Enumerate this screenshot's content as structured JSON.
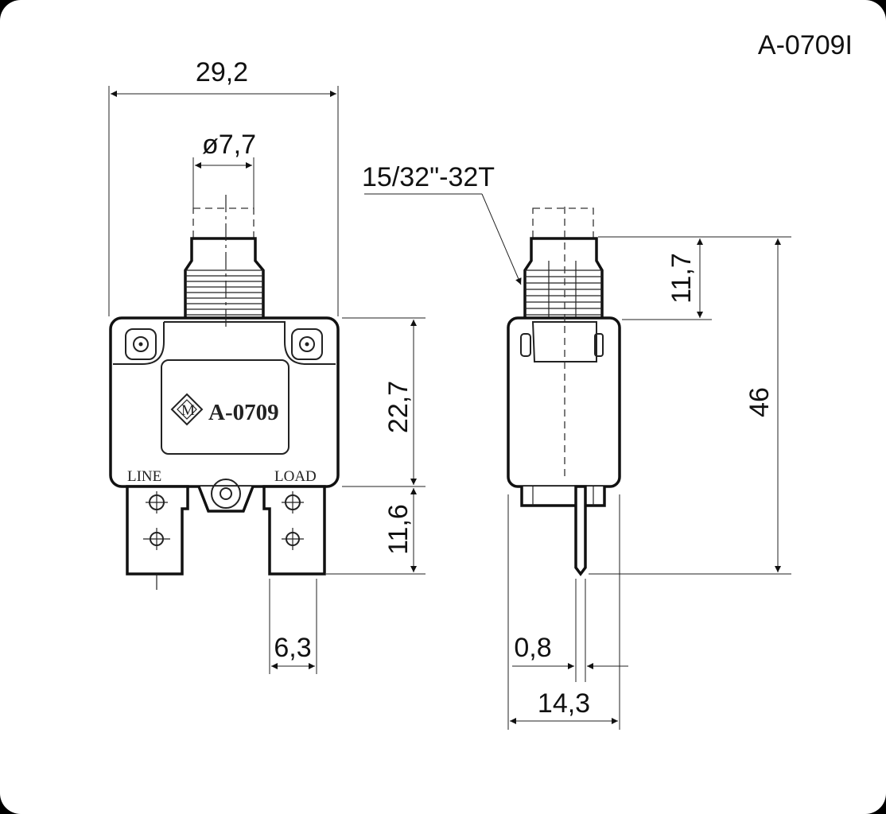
{
  "part_code": "A-0709I",
  "logo_text": "A-0709",
  "terminals": {
    "line": "LINE",
    "load": "LOAD"
  },
  "thread_spec": "15/32\"-32T",
  "dimensions": {
    "width": "29,2",
    "diameter": "ø7,7",
    "body_height": "22,7",
    "terminal_length": "11,6",
    "terminal_width": "6,3",
    "bushing_height": "11,7",
    "total_height": "46",
    "terminal_thickness": "0,8",
    "depth": "14,3"
  }
}
